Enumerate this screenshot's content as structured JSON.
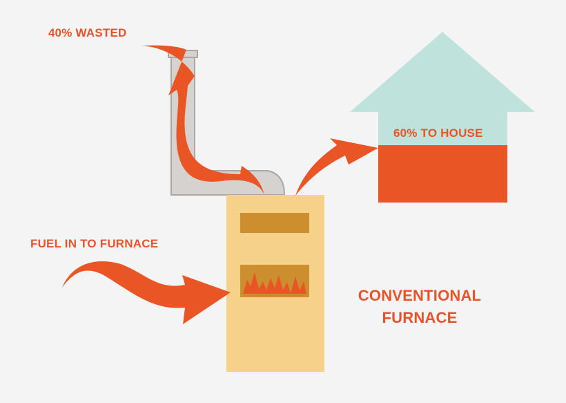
{
  "labels": {
    "wasted": "40% WASTED",
    "fuel_in": "FUEL IN TO FURNACE",
    "to_house": "60% TO HOUSE",
    "title_line1": "CONVENTIONAL",
    "title_line2": "FURNACE"
  },
  "colors": {
    "background": "#f4f4f4",
    "flow_orange": "#ea5526",
    "label_orange": "#e8542a",
    "furnace_body": "#f5d18a",
    "furnace_panel": "#cc8e2e",
    "chimney_gray": "#d6d2cf",
    "chimney_outline": "#a9a6a4",
    "house_roof": "#bfe3dc",
    "house_fill": "#ea5526"
  },
  "icons": {
    "house": "house-icon",
    "furnace": "furnace-icon",
    "flame": "flame-icon",
    "chimney": "chimney-pipe-icon"
  }
}
